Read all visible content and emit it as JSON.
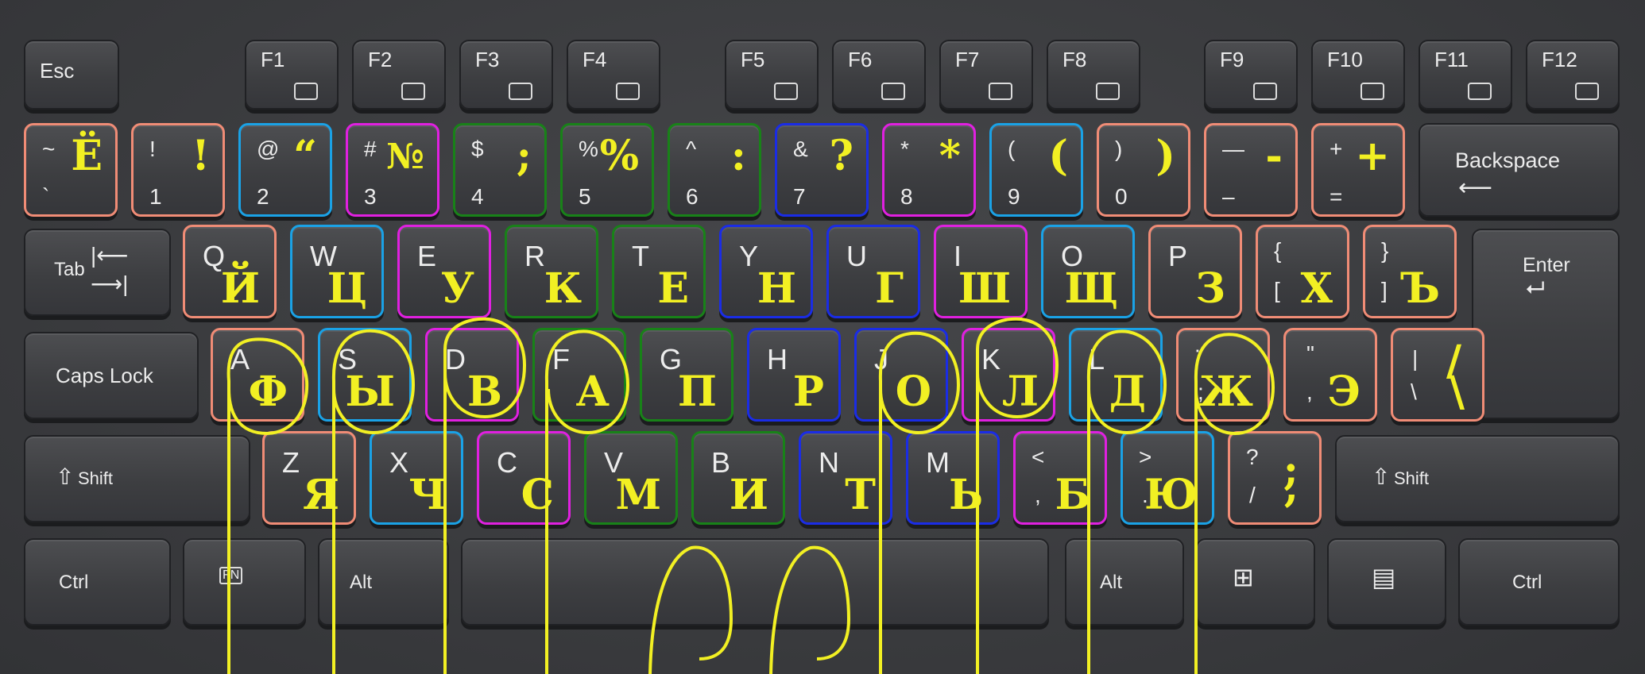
{
  "keyboard": {
    "f_row": [
      "Esc",
      "F1",
      "F2",
      "F3",
      "F4",
      "F5",
      "F6",
      "F7",
      "F8",
      "F9",
      "F10",
      "F11",
      "F12"
    ],
    "number_row": [
      {
        "up": "~",
        "lo": "`",
        "ru": "Ё",
        "frame": "#f08c76"
      },
      {
        "up": "!",
        "lo": "1",
        "ru": "!",
        "frame": "#f08c76"
      },
      {
        "up": "@",
        "lo": "2",
        "ru": "“",
        "frame": "#1aa2e6"
      },
      {
        "up": "#",
        "lo": "3",
        "ru": "№",
        "frame": "#e020e0"
      },
      {
        "up": "$",
        "lo": "4",
        "ru": ";",
        "frame": "#188218"
      },
      {
        "up": "%",
        "lo": "5",
        "ru": "%",
        "frame": "#188218"
      },
      {
        "up": "^",
        "lo": "6",
        "ru": ":",
        "frame": "#188218"
      },
      {
        "up": "&",
        "lo": "7",
        "ru": "?",
        "frame": "#1a2ce6"
      },
      {
        "up": "*",
        "lo": "8",
        "ru": "*",
        "frame": "#e020e0"
      },
      {
        "up": "(",
        "lo": "9",
        "ru": "(",
        "frame": "#1aa2e6"
      },
      {
        "up": ")",
        "lo": "0",
        "ru": ")",
        "frame": "#f08c76"
      },
      {
        "up": "—",
        "lo": "–",
        "ru": "-",
        "frame": "#f08c76"
      },
      {
        "up": "+",
        "lo": "=",
        "ru": "+",
        "frame": "#f08c76"
      }
    ],
    "backspace": "Backspace",
    "tab": "Tab",
    "top_row": [
      {
        "en": "Q",
        "ru": "Й",
        "frame": "#f08c76"
      },
      {
        "en": "W",
        "ru": "Ц",
        "frame": "#1aa2e6"
      },
      {
        "en": "E",
        "ru": "У",
        "frame": "#e020e0"
      },
      {
        "en": "R",
        "ru": "К",
        "frame": "#188218"
      },
      {
        "en": "T",
        "ru": "Е",
        "frame": "#188218"
      },
      {
        "en": "Y",
        "ru": "Н",
        "frame": "#1a2ce6"
      },
      {
        "en": "U",
        "ru": "Г",
        "frame": "#1a2ce6"
      },
      {
        "en": "I",
        "ru": "Ш",
        "frame": "#e020e0"
      },
      {
        "en": "O",
        "ru": "Щ",
        "frame": "#1aa2e6"
      },
      {
        "en": "P",
        "ru": "З",
        "frame": "#f08c76"
      },
      {
        "up": "{",
        "lo": "[",
        "ru": "Х",
        "frame": "#f08c76"
      },
      {
        "up": "}",
        "lo": "]",
        "ru": "Ъ",
        "frame": "#f08c76"
      }
    ],
    "enter": "Enter",
    "caps": "Caps Lock",
    "home_row": [
      {
        "en": "A",
        "ru": "Ф",
        "frame": "#f08c76"
      },
      {
        "en": "S",
        "ru": "Ы",
        "frame": "#1aa2e6"
      },
      {
        "en": "D",
        "ru": "В",
        "frame": "#e020e0"
      },
      {
        "en": "F",
        "ru": "А",
        "frame": "#188218"
      },
      {
        "en": "G",
        "ru": "П",
        "frame": "#188218"
      },
      {
        "en": "H",
        "ru": "Р",
        "frame": "#1a2ce6"
      },
      {
        "en": "J",
        "ru": "О",
        "frame": "#1a2ce6"
      },
      {
        "en": "K",
        "ru": "Л",
        "frame": "#e020e0"
      },
      {
        "en": "L",
        "ru": "Д",
        "frame": "#1aa2e6"
      },
      {
        "up": ":",
        "lo": ";",
        "ru": "Ж",
        "frame": "#f08c76"
      },
      {
        "up": "\"",
        "lo": ",",
        "ru": "Э",
        "frame": "#f08c76"
      },
      {
        "up": "|",
        "lo": "\\",
        "ru": "/",
        "ru_lo": "\\",
        "frame": "#f08c76"
      }
    ],
    "shift": "Shift",
    "bottom_row": [
      {
        "en": "Z",
        "ru": "Я",
        "frame": "#f08c76"
      },
      {
        "en": "X",
        "ru": "Ч",
        "frame": "#1aa2e6"
      },
      {
        "en": "C",
        "ru": "С",
        "frame": "#e020e0"
      },
      {
        "en": "V",
        "ru": "М",
        "frame": "#188218"
      },
      {
        "en": "B",
        "ru": "И",
        "frame": "#188218"
      },
      {
        "en": "N",
        "ru": "Т",
        "frame": "#1a2ce6"
      },
      {
        "en": "M",
        "ru": "Ь",
        "frame": "#1a2ce6"
      },
      {
        "up": "<",
        "lo": ",",
        "ru": "Б",
        "frame": "#e020e0"
      },
      {
        "up": ">",
        "lo": ".",
        "ru": "Ю",
        "frame": "#1aa2e6"
      },
      {
        "up": "?",
        "lo": "/",
        "ru": ",",
        "ru_top": ";",
        "frame": "#f08c76"
      }
    ],
    "ctrl": "Ctrl",
    "fn": "FN",
    "alt": "Alt",
    "colors": {
      "highlight": "#f2f023",
      "board": "#3b3c3f"
    }
  }
}
